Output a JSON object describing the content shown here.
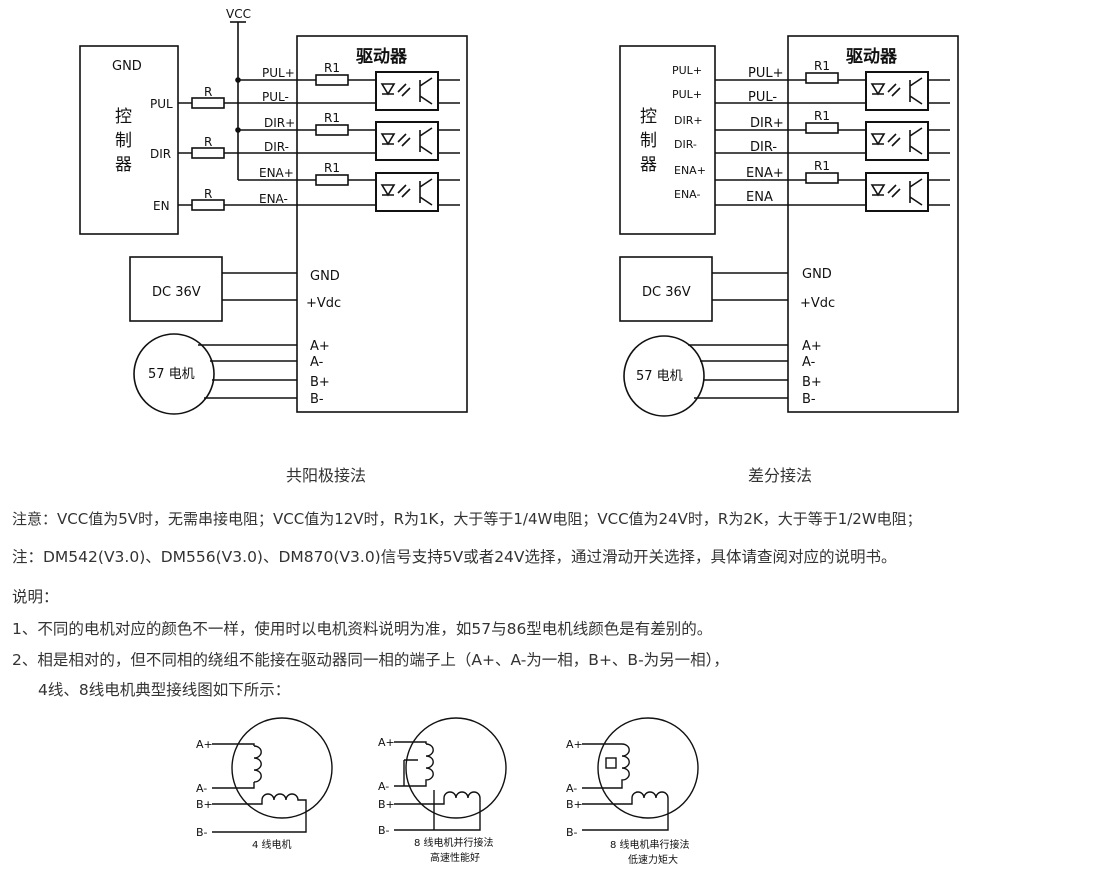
{
  "diagram_left": {
    "vcc": "VCC",
    "gnd": "GND",
    "controller": [
      "控",
      "制",
      "器"
    ],
    "ctrl_pins": [
      "PUL",
      "DIR",
      "EN"
    ],
    "resistor": "R",
    "driver_title": "驱动器",
    "driver_pins": [
      "PUL+",
      "PUL-",
      "DIR+",
      "DIR-",
      "ENA+",
      "ENA-"
    ],
    "r1": "R1",
    "psu": "DC 36V",
    "psu_pins": [
      "GND",
      "+Vdc"
    ],
    "motor": "57 电机",
    "motor_pins": [
      "A+",
      "A-",
      "B+",
      "B-"
    ],
    "caption": "共阳极接法"
  },
  "diagram_right": {
    "controller": [
      "控",
      "制",
      "器"
    ],
    "ctrl_pins": [
      "PUL+",
      "PUL+",
      "DIR+",
      "DIR-",
      "ENA+",
      "ENA-"
    ],
    "driver_title": "驱动器",
    "driver_pins": [
      "PUL+",
      "PUL-",
      "DIR+",
      "DIR-",
      "ENA+",
      "ENA"
    ],
    "r1": "R1",
    "psu": "DC 36V",
    "psu_pins": [
      "GND",
      "+Vdc"
    ],
    "motor": "57 电机",
    "motor_pins": [
      "A+",
      "A-",
      "B+",
      "B-"
    ],
    "caption": "差分接法"
  },
  "notes": {
    "note1": "注意：VCC值为5V时，无需串接电阻；VCC值为12V时，R为1K，大于等于1/4W电阻；VCC值为24V时，R为2K，大于等于1/2W电阻；",
    "note2": "注：DM542(V3.0)、DM556(V3.0)、DM870(V3.0)信号支持5V或者24V选择，通过滑动开关选择，具体请查阅对应的说明书。",
    "heading": "说明：",
    "item1": "1、不同的电机对应的颜色不一样，使用时以电机资料说明为准，如57与86型电机线颜色是有差别的。",
    "item2": "2、相是相对的，但不同相的绕组不能接在驱动器同一相的端子上（A+、A-为一相，B+、B-为另一相），",
    "item3": "4线、8线电机典型接线图如下所示："
  },
  "motors": [
    {
      "pins": [
        "A+",
        "A-",
        "B+",
        "B-"
      ],
      "caption": [
        "4 线电机"
      ]
    },
    {
      "pins": [
        "A+",
        "A-",
        "B+",
        "B-"
      ],
      "caption": [
        "8 线电机并行接法",
        "高速性能好"
      ]
    },
    {
      "pins": [
        "A+",
        "A-",
        "B+",
        "B-"
      ],
      "caption": [
        "8 线电机串行接法",
        "低速力矩大"
      ]
    }
  ]
}
